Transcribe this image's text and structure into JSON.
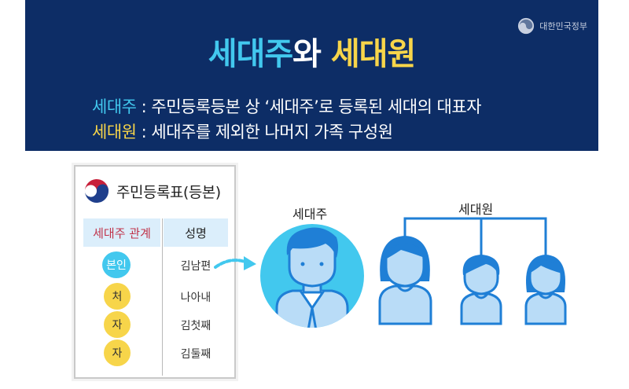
{
  "banner": {
    "gov_name": "대한민국정부",
    "title": {
      "part1": "세대주",
      "part2": "와 ",
      "part3": "세대원"
    },
    "definitions": [
      {
        "term": "세대주",
        "text": " : 주민등록등본 상 ‘세대주’로 등록된 세대의 대표자"
      },
      {
        "term": "세대원",
        "text": " : 세대주를 제외한 나머지 가족 구성원"
      }
    ]
  },
  "card": {
    "title": "주민등록표(등본)",
    "headers": {
      "relation": "세대주 관계",
      "name": "성명"
    },
    "rows": [
      {
        "relation": "본인",
        "name": "김남편"
      },
      {
        "relation": "처",
        "name": "나아내"
      },
      {
        "relation": "자",
        "name": "김첫째"
      },
      {
        "relation": "자",
        "name": "김둘째"
      }
    ]
  },
  "diagram": {
    "head_label": "세대주",
    "member_label": "세대원"
  },
  "colors": {
    "navy": "#0d2d66",
    "cyan": "#42c8ee",
    "yellow": "#f7d54a",
    "blue": "#1f7fd6",
    "light_blue": "#b9dcf7"
  }
}
